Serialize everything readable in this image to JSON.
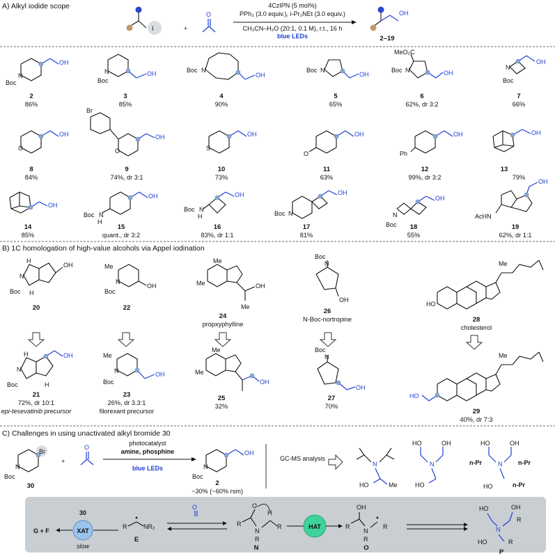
{
  "sections": {
    "a": "A) Alkyl iodide scope",
    "b": "B) 1C homologation of high-value alcohols via Appel iodination",
    "c": "C) Challenges in using unactivated alkyl bromide 30"
  },
  "reaction_a": {
    "conditions": [
      "4CzIPN (5 mol%)",
      "PPh₃ (3.0 equiv.), i-Pr₂NEt (3.0 equiv.)",
      "CH₃CN–H₂O (20:1, 0.1 M), r.t., 16 h",
      "blue LEDs"
    ],
    "product_label": "2–19",
    "plus": "+"
  },
  "scope": [
    {
      "id": "2",
      "yield": "86%"
    },
    {
      "id": "3",
      "yield": "85%"
    },
    {
      "id": "4",
      "yield": "90%"
    },
    {
      "id": "5",
      "yield": "65%"
    },
    {
      "id": "6",
      "yield": "62%, dr 3:2"
    },
    {
      "id": "7",
      "yield": "66%"
    },
    {
      "id": "8",
      "yield": "84%"
    },
    {
      "id": "9",
      "yield": "74%, dr 3:1"
    },
    {
      "id": "10",
      "yield": "73%"
    },
    {
      "id": "11",
      "yield": "63%"
    },
    {
      "id": "12",
      "yield": "99%, dr 3:2"
    },
    {
      "id": "13",
      "yield": "79%"
    },
    {
      "id": "14",
      "yield": "85%"
    },
    {
      "id": "15",
      "yield": "quant., dr 3:2"
    },
    {
      "id": "16",
      "yield": "83%, dr 1:1"
    },
    {
      "id": "17",
      "yield": "81%"
    },
    {
      "id": "18",
      "yield": "55%"
    },
    {
      "id": "19",
      "yield": "62%, dr 1:1"
    }
  ],
  "homologation": {
    "starting": [
      {
        "id": "20",
        "name": ""
      },
      {
        "id": "22",
        "name": ""
      },
      {
        "id": "24",
        "name": "propxyphylline"
      },
      {
        "id": "26",
        "name": "N-Boc-nortropine"
      },
      {
        "id": "28",
        "name": "cholesterol"
      }
    ],
    "products": [
      {
        "id": "21",
        "yield": "72%, dr 10:1",
        "note": "epi-tesevatinib precursor"
      },
      {
        "id": "23",
        "yield": "26%, dr 3.3:1",
        "note": "filorexant precursor"
      },
      {
        "id": "25",
        "yield": "32%",
        "note": ""
      },
      {
        "id": "27",
        "yield": "70%",
        "note": ""
      },
      {
        "id": "29",
        "yield": "40%, dr 7:3",
        "note": ""
      }
    ]
  },
  "section_c": {
    "sm_label": "30",
    "conditions_top": [
      "photocatalyst",
      "amine, phosphine"
    ],
    "conditions_bottom": "blue LEDs",
    "product_label": "2",
    "product_yield": "~30% (~60% rsm)",
    "analysis": "GC-MS analysis",
    "mechanism": {
      "gf": "G + F",
      "xat": "XAT",
      "slow": "slow",
      "sub30": "30",
      "e": "E",
      "n": "N",
      "hat": "HAT",
      "o": "O",
      "p": "P"
    }
  },
  "atoms": {
    "boc": "Boc",
    "oh": "OH",
    "n": "N",
    "o": "O",
    "s": "S",
    "br": "Br",
    "h": "H",
    "me": "Me",
    "ph": "Ph",
    "i": "I",
    "meo2c": "MeO₂C",
    "achn": "AcHN",
    "nh": "N",
    "npr": "n-Pr",
    "ho": "HO",
    "r": "R",
    "nr2": "NR₂"
  },
  "colors": {
    "accent": "#1f3fd1",
    "mech_bg": "#c9ced3",
    "xat": "#9cc3ee",
    "hat": "#3dd39b"
  }
}
